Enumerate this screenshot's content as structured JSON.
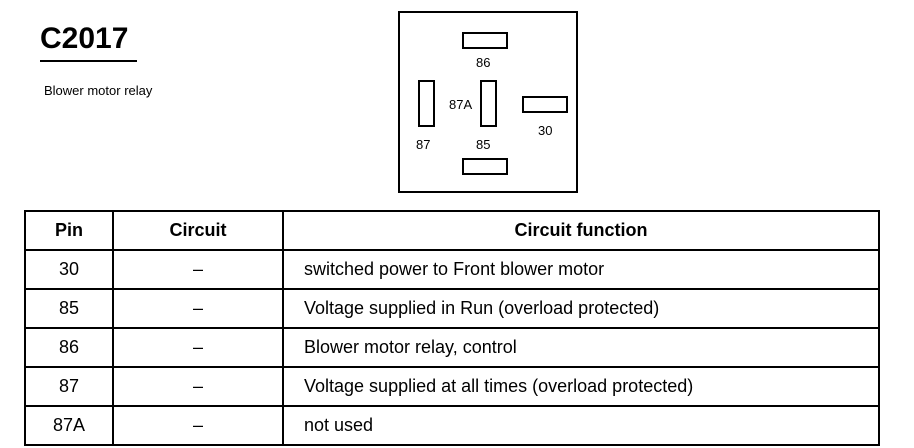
{
  "header": {
    "connector_id": "C2017",
    "description": "Blower motor relay"
  },
  "diagram": {
    "pins": [
      {
        "id": "86",
        "label": "86",
        "orientation": "horizontal"
      },
      {
        "id": "87",
        "label": "87",
        "orientation": "vertical"
      },
      {
        "id": "87A",
        "label": "87A",
        "orientation": "vertical"
      },
      {
        "id": "30",
        "label": "30",
        "orientation": "horizontal"
      },
      {
        "id": "85",
        "label": "85",
        "orientation": "horizontal"
      }
    ]
  },
  "table": {
    "headers": [
      "Pin",
      "Circuit",
      "Circuit function"
    ],
    "rows": [
      {
        "pin": "30",
        "circuit": "–",
        "function": "switched power to Front blower motor"
      },
      {
        "pin": "85",
        "circuit": "–",
        "function": "Voltage supplied in Run (overload protected)"
      },
      {
        "pin": "86",
        "circuit": "–",
        "function": "Blower motor relay, control"
      },
      {
        "pin": "87",
        "circuit": "–",
        "function": "Voltage supplied at all times (overload protected)"
      },
      {
        "pin": "87A",
        "circuit": "–",
        "function": "not used"
      }
    ]
  }
}
